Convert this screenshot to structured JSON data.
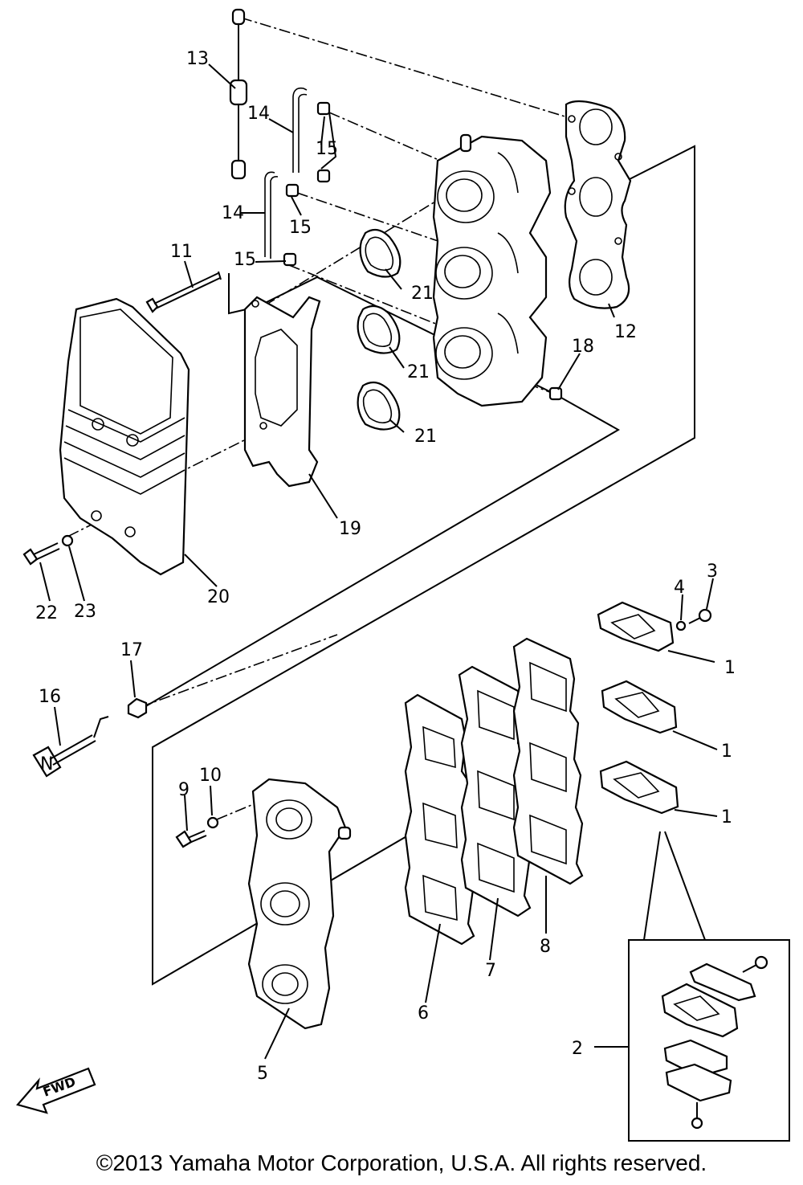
{
  "callouts": {
    "c1a": "1",
    "c1b": "1",
    "c1c": "1",
    "c2": "2",
    "c3": "3",
    "c4": "4",
    "c5": "5",
    "c6": "6",
    "c7": "7",
    "c8": "8",
    "c9": "9",
    "c10": "10",
    "c11": "11",
    "c12": "12",
    "c13": "13",
    "c14a": "14",
    "c14b": "14",
    "c15a": "15",
    "c15b": "15",
    "c15c": "15",
    "c16": "16",
    "c17": "17",
    "c18": "18",
    "c19": "19",
    "c20": "20",
    "c21a": "21",
    "c21b": "21",
    "c21c": "21",
    "c22": "22",
    "c23": "23"
  },
  "fwd_label": "FWD",
  "knob_label": "N",
  "copyright": "©2013 Yamaha Motor Corporation, U.S.A. All rights reserved."
}
